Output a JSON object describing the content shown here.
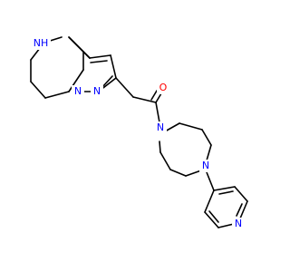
{
  "atoms": [
    {
      "id": "N_ring_top",
      "label": "NH",
      "color": "#0000FF"
    },
    {
      "id": "N_pyrazole_bottom",
      "label": "N",
      "color": "#0000FF"
    },
    {
      "id": "N_pyrazole_fused",
      "label": "N",
      "color": "#0000FF"
    },
    {
      "id": "O_carbonyl",
      "label": "O",
      "color": "#FF0000"
    },
    {
      "id": "N_diazepane_amide",
      "label": "N",
      "color": "#0000FF"
    },
    {
      "id": "N_diazepane_aryl",
      "label": "N",
      "color": "#0000FF"
    },
    {
      "id": "N_pyridine",
      "label": "N",
      "color": "#0000FF"
    }
  ]
}
